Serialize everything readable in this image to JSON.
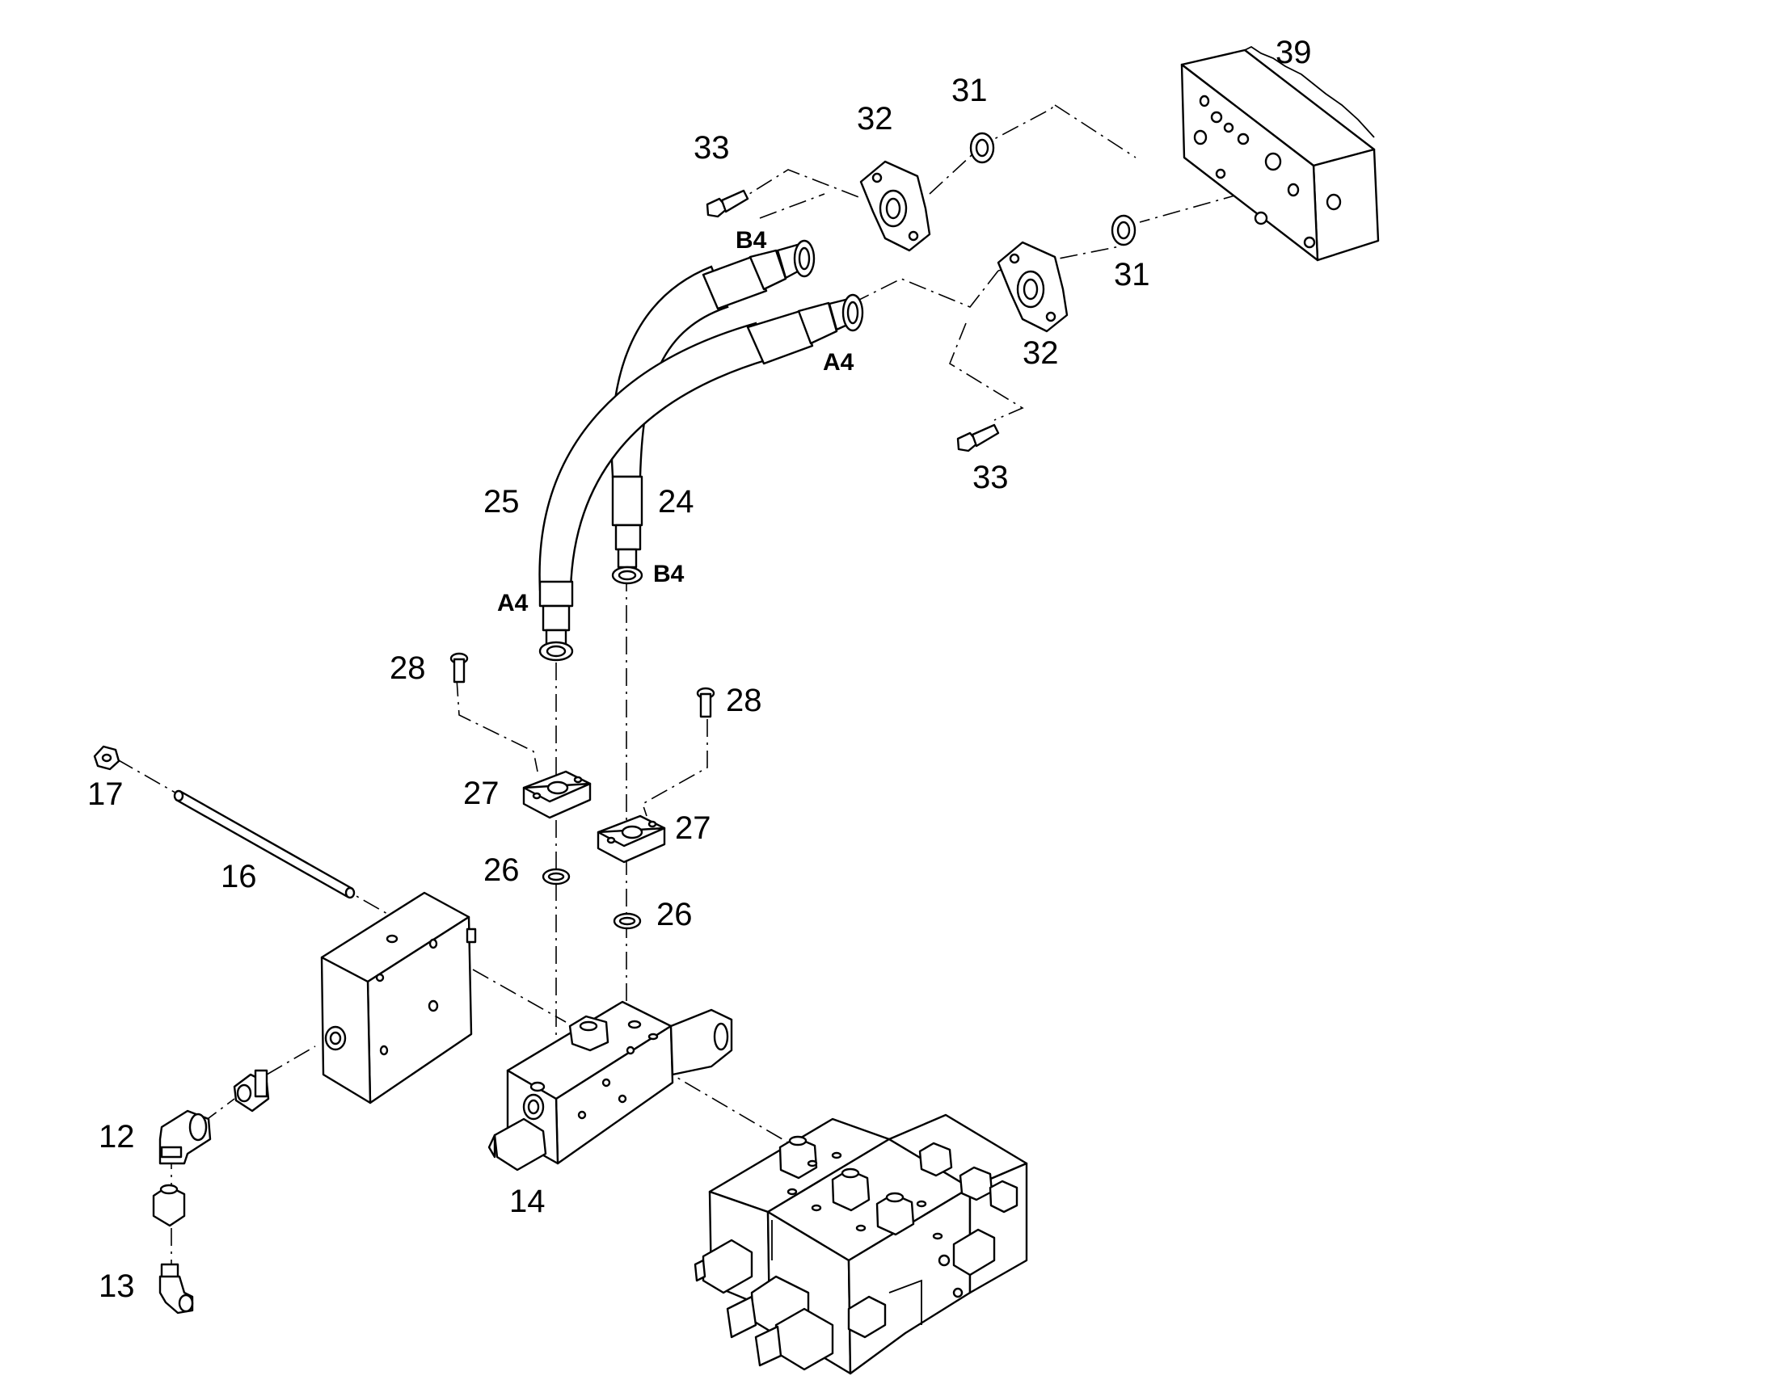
{
  "callouts": {
    "c39": "39",
    "c31a": "31",
    "c31b": "31",
    "c32a": "32",
    "c32b": "32",
    "c33a": "33",
    "c33b": "33",
    "c25": "25",
    "c24": "24",
    "c28a": "28",
    "c28b": "28",
    "c27a": "27",
    "c27b": "27",
    "c26a": "26",
    "c26b": "26",
    "c17": "17",
    "c16": "16",
    "c12": "12",
    "c13": "13",
    "c14": "14"
  },
  "port_labels": {
    "b4_top": "B4",
    "a4_top": "A4",
    "a4_bottom": "A4",
    "b4_bottom": "B4"
  }
}
